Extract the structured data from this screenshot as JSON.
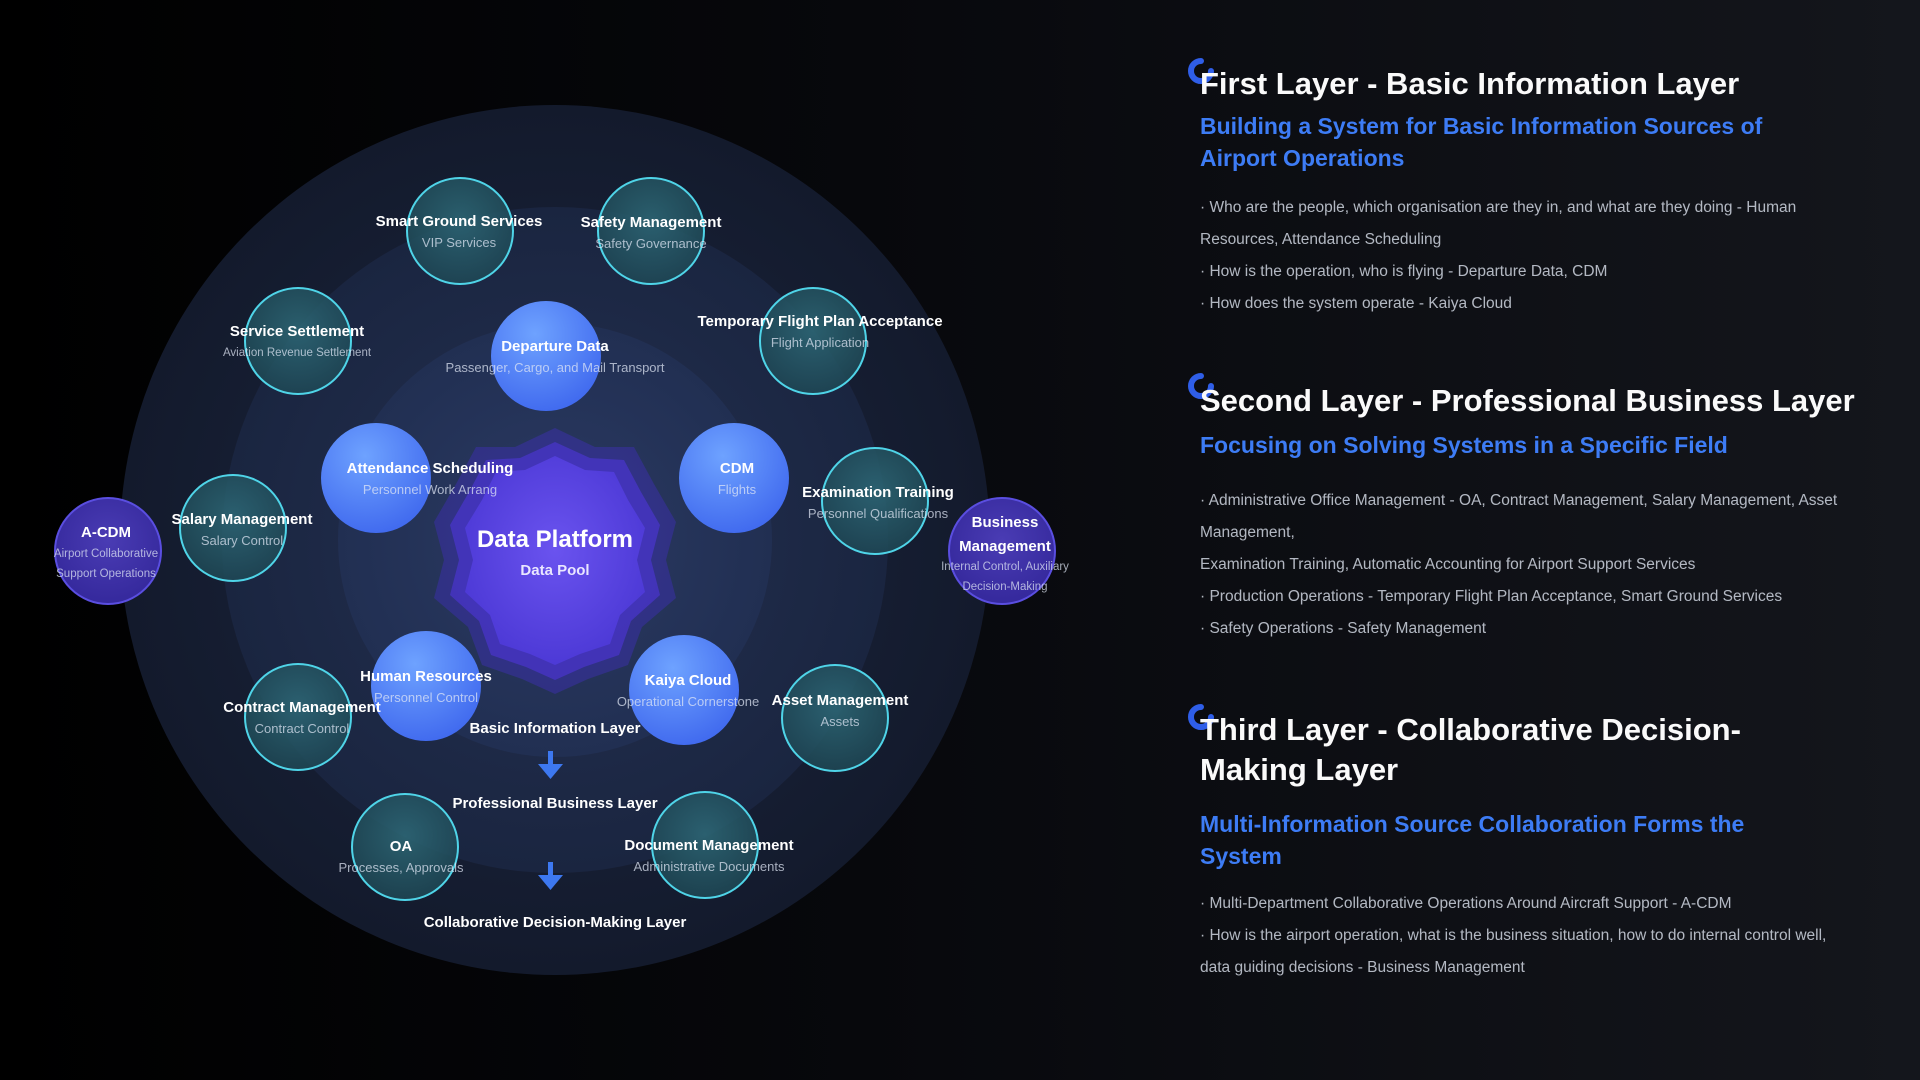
{
  "diagram": {
    "center": {
      "title": "Data Platform",
      "subtitle": "Data Pool"
    },
    "layer_labels": [
      "Basic Information Layer",
      "Professional Business Layer",
      "Collaborative Decision-Making Layer"
    ],
    "nodes": {
      "departure_data": {
        "title": "Departure Data",
        "sub": "Passenger, Cargo, and Mail Transport"
      },
      "attendance": {
        "title": "Attendance Scheduling",
        "sub": "Personnel Work Arrang"
      },
      "cdm": {
        "title": "CDM",
        "sub": "Flights"
      },
      "human_resources": {
        "title": "Human Resources",
        "sub": "Personnel Control"
      },
      "kaiya_cloud": {
        "title": "Kaiya Cloud",
        "sub": "Operational Cornerstone"
      },
      "smart_ground": {
        "title": "Smart Ground Services",
        "sub": "VIP Services"
      },
      "safety": {
        "title": "Safety Management",
        "sub": "Safety Governance"
      },
      "service_settlement": {
        "title": "Service Settlement",
        "sub": "Aviation Revenue Settlement"
      },
      "temp_flight": {
        "title": "Temporary Flight Plan Acceptance",
        "sub": "Flight Application"
      },
      "salary": {
        "title": "Salary Management",
        "sub": "Salary Control"
      },
      "exam": {
        "title": "Examination Training",
        "sub": "Personnel Qualifications"
      },
      "contract": {
        "title": "Contract Management",
        "sub": "Contract Control"
      },
      "asset": {
        "title": "Asset Management",
        "sub": "Assets"
      },
      "oa": {
        "title": "OA",
        "sub": "Processes, Approvals"
      },
      "document": {
        "title": "Document Management",
        "sub": "Administrative Documents"
      },
      "acdm": {
        "title": "A-CDM",
        "sub": "Airport Collaborative Support Operations"
      },
      "business": {
        "title": "Business Management",
        "sub": "Internal Control, Auxiliary Decision-Making"
      }
    }
  },
  "panel": {
    "sections": [
      {
        "title": "First Layer - Basic Information Layer",
        "subtitle": "Building a System for Basic Information Sources of Airport Operations",
        "bullets": [
          "· Who are the people, which organisation are they in, and what are they doing - Human Resources, Attendance Scheduling",
          "· How is the operation, who is flying - Departure Data, CDM",
          "· How does the system operate - Kaiya Cloud"
        ]
      },
      {
        "title": "Second Layer - Professional Business Layer",
        "subtitle": "Focusing on Solving Systems in a Specific Field",
        "bullets": [
          "· Administrative Office Management - OA, Contract Management, Salary Management, Asset Management,",
          "Examination Training, Automatic Accounting for Airport Support Services",
          "· Production Operations - Temporary Flight Plan Acceptance, Smart Ground Services",
          "· Safety Operations - Safety Management"
        ]
      },
      {
        "title": "Third Layer - Collaborative Decision-Making Layer",
        "subtitle": "Multi-Information Source Collaboration Forms the System",
        "bullets": [
          "· Multi-Department Collaborative Operations Around Aircraft Support - A-CDM",
          "· How is the airport operation, what is the business situation, how to do internal control well, data guiding decisions - Business Management"
        ]
      }
    ]
  },
  "colors": {
    "accent_blue": "#3d7cf5",
    "inner_node": "#4f82f5",
    "teal_node_stroke": "#4fd4e8",
    "purple_node": "#4433a8",
    "center_star": "#5a45e0"
  }
}
